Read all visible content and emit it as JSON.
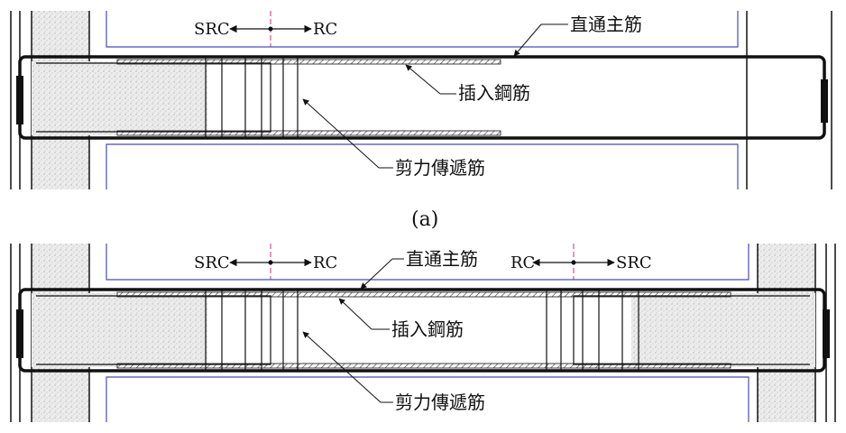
{
  "colors": {
    "ink": "#111111",
    "beam_outline": "#4b4bb4",
    "column_fill": "#e6e6e6"
  },
  "panel_a": {
    "caption": "(a)",
    "left_arrow_label": "SRC",
    "right_arrow_label": "RC",
    "callout_main_bar": "直通主筋",
    "callout_inserted_bar": "插入鋼筋",
    "callout_shear_transfer_bar": "剪力傳遞筋"
  },
  "panel_b": {
    "left_zone": {
      "left_arrow_label": "SRC",
      "right_arrow_label": "RC"
    },
    "right_zone": {
      "left_arrow_label": "RC",
      "right_arrow_label": "SRC"
    },
    "callout_main_bar": "直通主筋",
    "callout_inserted_bar": "插入鋼筋",
    "callout_shear_transfer_bar": "剪力傳遞筋"
  }
}
